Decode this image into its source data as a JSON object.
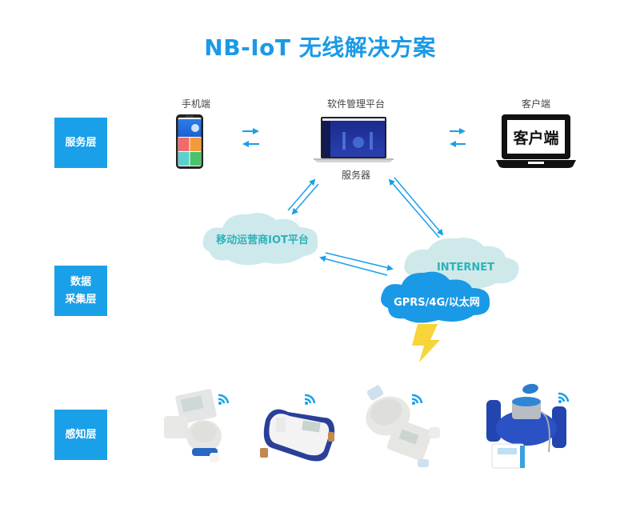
{
  "title": "NB-IoT 无线解决方案",
  "layers": [
    {
      "id": "service",
      "lines": [
        "服务层"
      ]
    },
    {
      "id": "data",
      "lines": [
        "数据",
        "采集层"
      ]
    },
    {
      "id": "perception",
      "lines": [
        "感知层"
      ]
    }
  ],
  "service_layer": {
    "mobile_label": "手机端",
    "platform_label": "软件管理平台",
    "server_label": "服务器",
    "client_label": "客户端",
    "client_screen_text": "客户端"
  },
  "data_layer": {
    "iot_cloud_label": "移动运营商IOT平台",
    "internet_cloud_label": "INTERNET",
    "network_cloud_label": "GPRS/4G/以太网"
  },
  "perception_layer": {
    "devices": [
      {
        "name": "nb-iot-water-meter-1",
        "signal": "wifi-icon"
      },
      {
        "name": "nb-iot-water-meter-2",
        "signal": "wifi-icon"
      },
      {
        "name": "nb-iot-water-meter-3",
        "signal": "wifi-icon"
      },
      {
        "name": "nb-iot-large-water-meter",
        "signal": "wifi-icon"
      }
    ]
  },
  "colors": {
    "accent": "#1a9ae6",
    "layer_box": "#1aa0e8",
    "arrow": "#1aa0e8",
    "iot_cloud": "#cde9ec",
    "iot_cloud_text": "#2bb3b8",
    "internet_cloud": "#cfe9ea",
    "network_cloud": "#1a9ae6",
    "lightning": "#f7d43a"
  }
}
